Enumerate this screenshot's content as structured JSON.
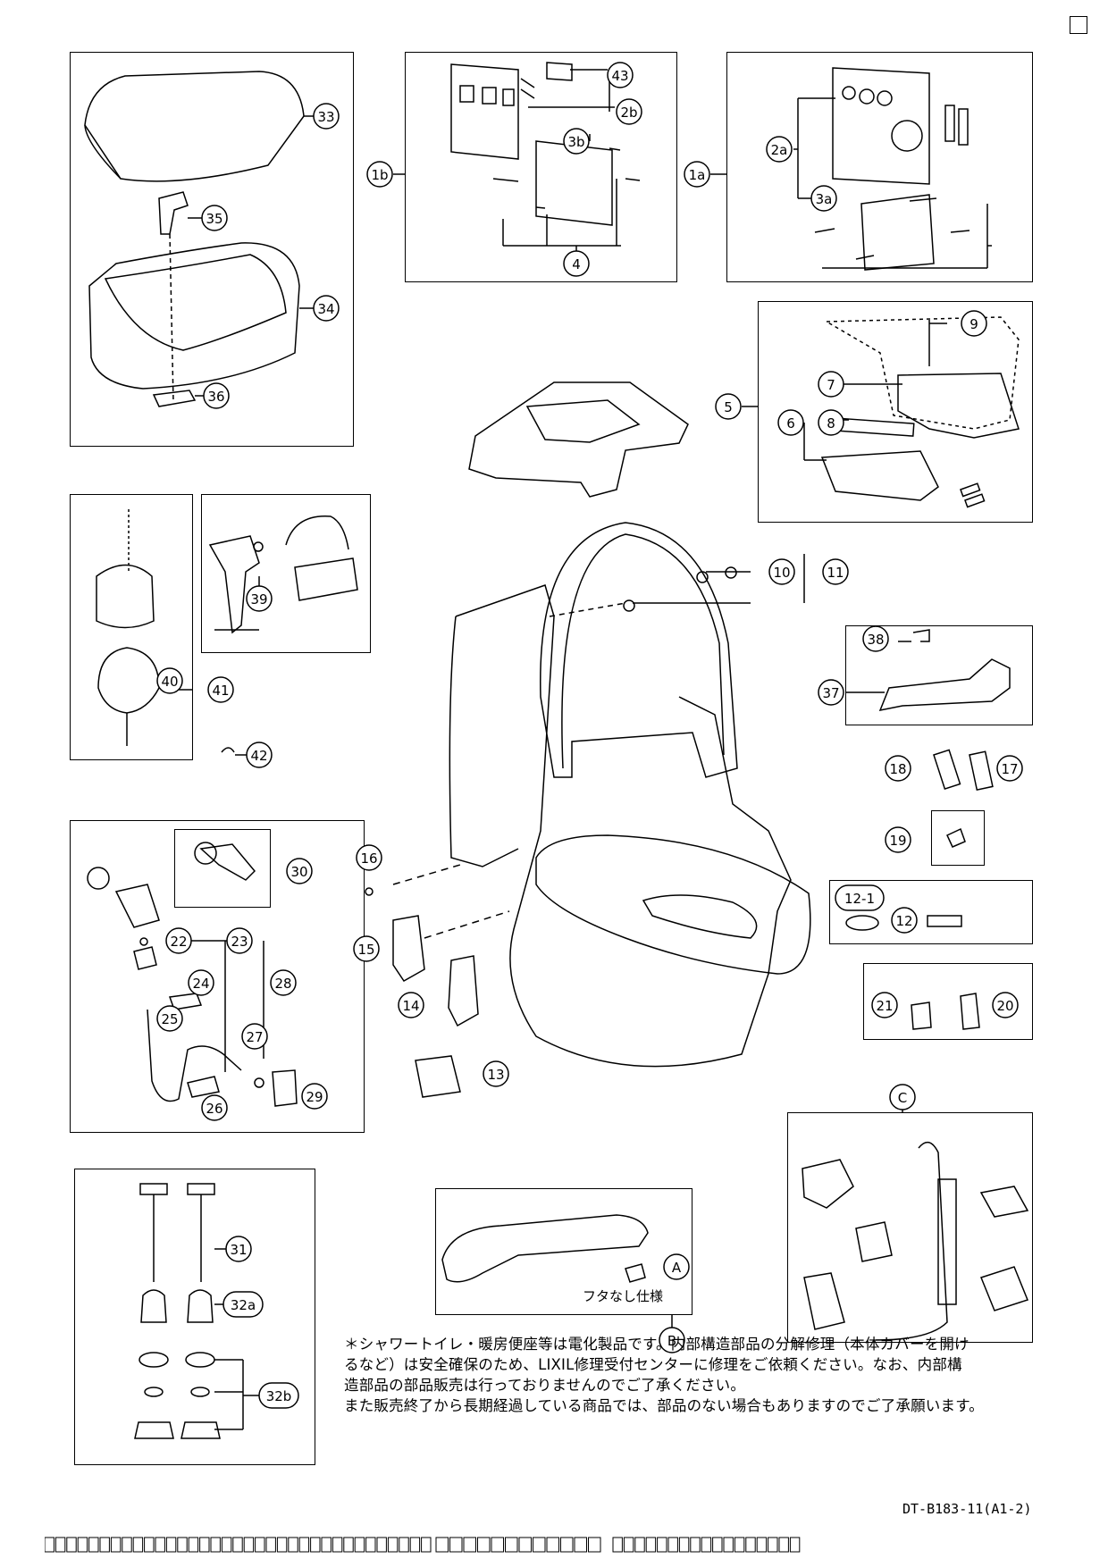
{
  "page": {
    "doc_number": "DT-B183-11(A1-2)",
    "note_lines": [
      "＊シャワートイレ・暖房便座等は電化製品です。内部構造部品の分解修理（本体カバーを開け",
      "るなど）は安全確保のため、LIXIL修理受付センターに修理をご依頼ください。なお、内部構",
      "造部品の部品販売は行っておりませんのでご了承ください。",
      "また販売終了から長期経過している商品では、部品のない場合もありますのでご了承願います。"
    ],
    "no_lid_caption": "フタなし仕様",
    "footer_groups": [
      35,
      12,
      17
    ]
  },
  "part_labels": [
    "1a",
    "1b",
    "2a",
    "2b",
    "3a",
    "3b",
    "4",
    "5",
    "6",
    "7",
    "8",
    "9",
    "10",
    "11",
    "12",
    "12-1",
    "13",
    "14",
    "15",
    "16",
    "17",
    "18",
    "19",
    "20",
    "21",
    "22",
    "23",
    "24",
    "25",
    "26",
    "27",
    "28",
    "29",
    "30",
    "31",
    "32a",
    "32b",
    "33",
    "34",
    "35",
    "36",
    "37",
    "38",
    "39",
    "40",
    "41",
    "42",
    "43",
    "A",
    "B",
    "C"
  ]
}
